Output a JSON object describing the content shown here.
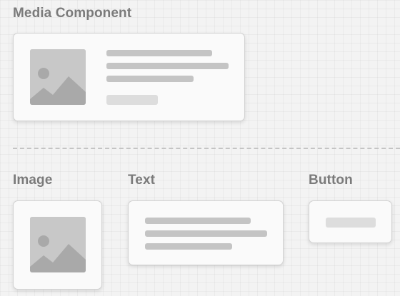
{
  "diagram": {
    "title": "Media Component",
    "parts": [
      {
        "label": "Image"
      },
      {
        "label": "Text"
      },
      {
        "label": "Button"
      }
    ]
  },
  "colors": {
    "background": "#f3f3f3",
    "heading": "#7b7b7b",
    "placeholder": "#c4c4c4",
    "card_border": "#d2d2d2"
  },
  "icons": {
    "image_placeholder": "image-placeholder-icon"
  }
}
